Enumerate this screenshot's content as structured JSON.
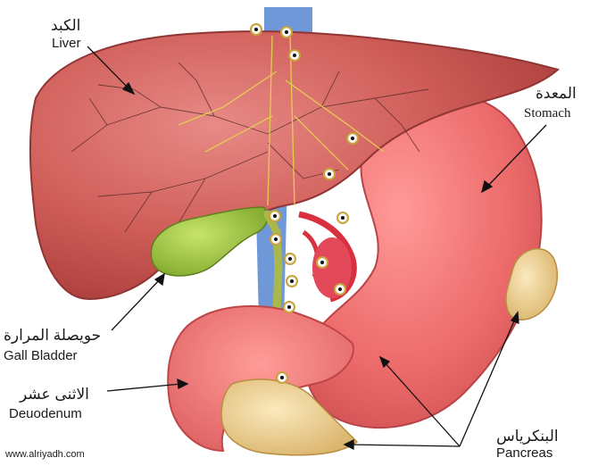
{
  "labels": {
    "liver": {
      "ar": "الكبد",
      "en": "Liver"
    },
    "stomach": {
      "ar": "المعدة",
      "en": "Stomach"
    },
    "gall_bladder": {
      "ar": "حويصلة المرارة",
      "en": "Gall Bladder"
    },
    "duodenum": {
      "ar": "الاثنى عشر",
      "en": "Deuodenum"
    },
    "pancreas": {
      "ar": "البنكرياس",
      "en": "Pancreas"
    }
  },
  "watermark": "www.alriyadh.com",
  "colors": {
    "liver": "#c7534f",
    "stomach": "#ec6a6a",
    "gall_bladder": "#9bc43a",
    "pancreas": "#f0d596",
    "vessel": "#6f98d8",
    "nerve": "#e4cc52"
  }
}
